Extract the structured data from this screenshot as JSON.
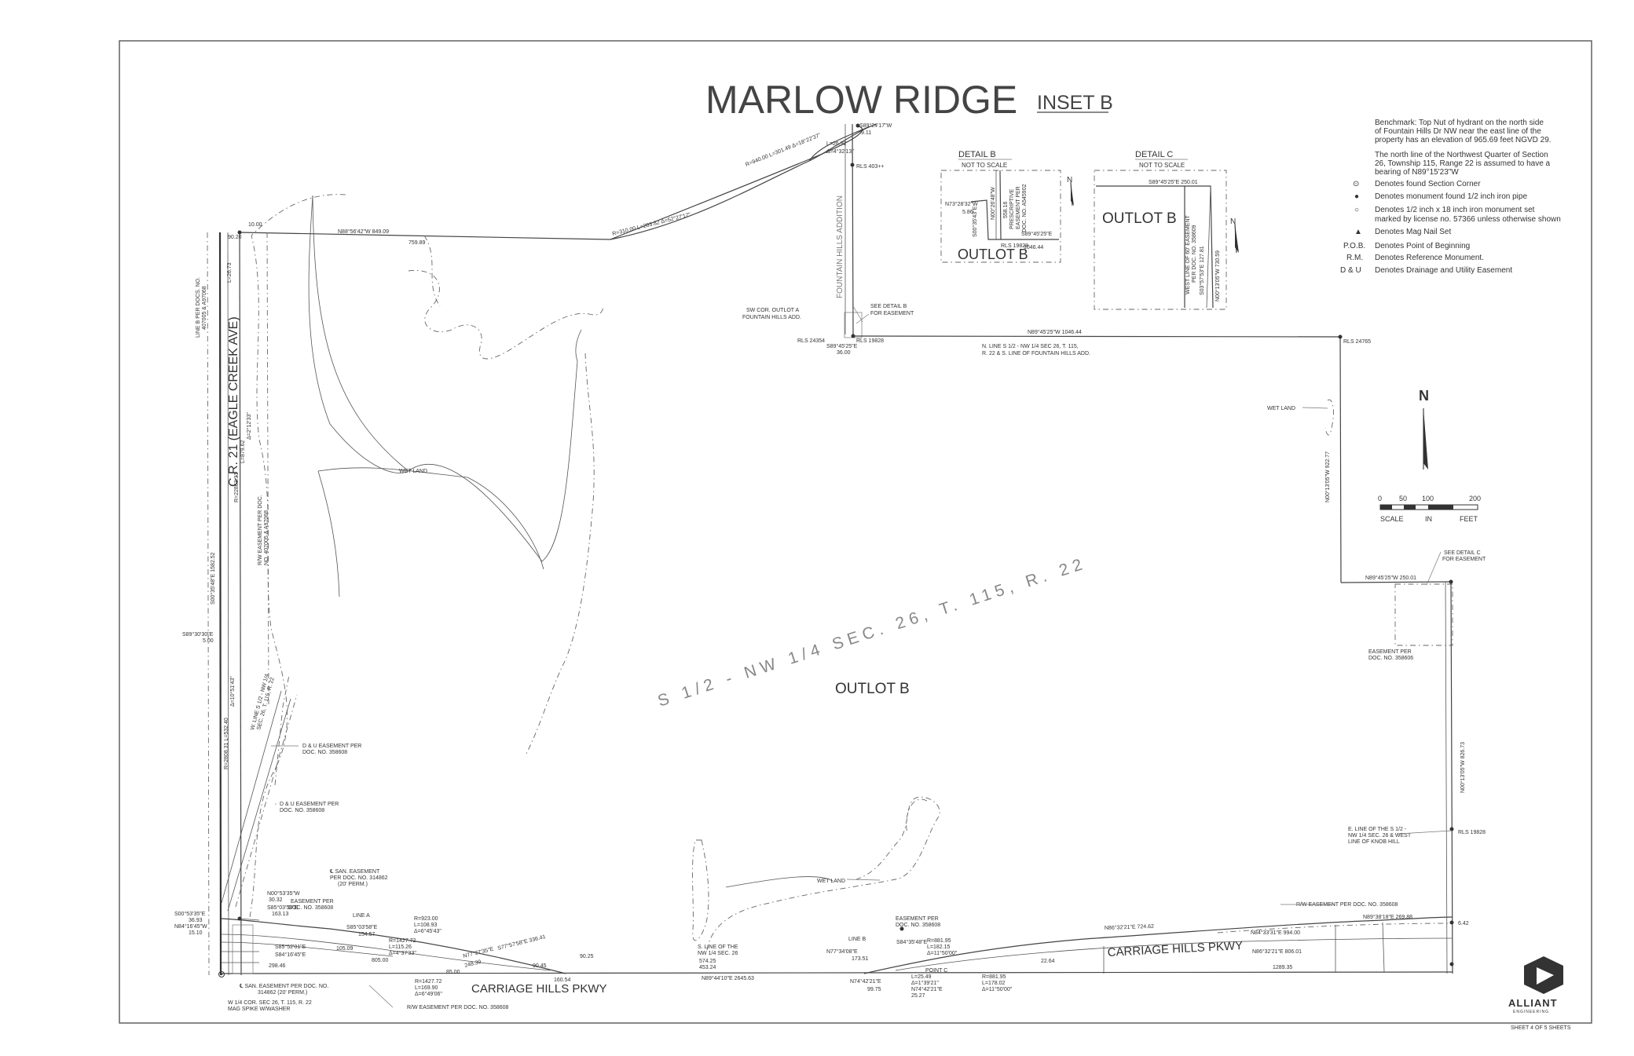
{
  "title": {
    "main": "MARLOW RIDGE",
    "sub": "INSET B"
  },
  "notes": {
    "benchmark": [
      "Benchmark:  Top Nut of hydrant on the north side",
      "of Fountain Hills Dr NW near the east line of the",
      "property has an elevation of 965.69 feet NGVD 29."
    ],
    "bearing": [
      "The north line of the Northwest Quarter of Section",
      "26, Township 115, Range 22 is assumed to have a",
      "bearing of N89°15'23\"W"
    ]
  },
  "legend": [
    {
      "symbol": "⊙",
      "text": "Denotes found Section Corner"
    },
    {
      "symbol": "●",
      "text": "Denotes monument found 1/2 inch iron pipe"
    },
    {
      "symbol": "○",
      "text": "Denotes 1/2 inch x 18 inch iron monument set"
    },
    {
      "symbol": "",
      "text": "marked by license no. 57366 unless otherwise shown"
    },
    {
      "symbol": "▲",
      "text": "Denotes Mag Nail Set"
    },
    {
      "symbol": "P.O.B.",
      "text": "Denotes Point of Beginning"
    },
    {
      "symbol": "R.M.",
      "text": "Denotes Reference Monument."
    },
    {
      "symbol": "D & U",
      "text": "Denotes Drainage and Utility Easement"
    }
  ],
  "scale_bar": {
    "ticks": [
      "0",
      "50",
      "100",
      "200"
    ],
    "caption": [
      "SCALE",
      "IN",
      "FEET"
    ]
  },
  "details": {
    "b": {
      "title": "DETAIL B",
      "subtitle": "NOT TO SCALE",
      "outlot": "OUTLOT B",
      "labels": [
        "N73°28'32\"W",
        "5.86",
        "S00°35'43\"E",
        "N00°26'48\"W",
        "558.16",
        "PRESCRIPTIVE",
        "EASEMENT PER",
        "DOC. NO. A545902",
        "RLS 19828",
        "S89°45'25\"E",
        "1046.44"
      ]
    },
    "c": {
      "title": "DETAIL C",
      "subtitle": "NOT TO SCALE",
      "outlot": "OUTLOT B",
      "labels": [
        "S89°45'25\"E 250.01",
        "WEST LINE OF 60' EASEMENT",
        "PER DOC. NO. 358609",
        "S03°57'53\"E 127.81",
        "N00°13'05\"W 730.59"
      ]
    }
  },
  "map": {
    "outlot_main": "OUTLOT B",
    "diagonal": "S 1/2 - NW 1/4 SEC. 26, T. 115, R. 22",
    "road_west": "C.R. 21 (EAGLE CREEK AVE)",
    "road_south_1": "CARRIAGE HILLS PKWY",
    "road_south_2": "CARRIAGE HILLS PKWY",
    "wetlands": [
      "WET LAND",
      "WET LAND",
      "WET LAND"
    ],
    "fountain_hills": "FOUNTAIN HILLS ADDITION",
    "labels": [
      "S89°24'17\"W",
      "9.11",
      "L=26.92",
      "Δ=4°32'13\"",
      "RLS 403++",
      "R=940.00  L=301.49  Δ=18°22'37\"",
      "R=310.00  L=283.82  Δ=52°27'17\"",
      "N88°56'42\"W 849.09",
      "759.89",
      "10.00",
      "90.20",
      "SEE DETAIL B",
      "FOR EASEMENT",
      "SW COR. OUTLOT A",
      "FOUNTAIN HILLS ADD.",
      "RLS 24354",
      "RLS 19828",
      "S89°45'25\"E",
      "36.00",
      "N89°45'25\"W 1046.44",
      "N. LINE S 1/2 - NW 1/4 SEC 26, T. 115,",
      "R. 22 & S. LINE OF FOUNTAIN HILLS ADD.",
      "RLS 24765",
      "N00°13'05\"W 922.77",
      "N89°45'25\"W 250.01",
      "SEE DETAIL C",
      "FOR EASEMENT",
      "EASEMENT PER",
      "DOC. NO. 358606",
      "N00°13'05\"W 826.73",
      "E. LINE OF THE S 1/2 -",
      "NW 1/4 SEC. 26 & WEST",
      "LINE OF KNOB HILL",
      "RLS 19828",
      "R/W EASEMENT PER DOC. NO. 358608",
      "N89°38'18\"E 269.88",
      "6.42",
      "N86°32'21\"E 724.62",
      "N84°33'31\"E 994.00",
      "N86°32'21\"E 806.01",
      "1289.35",
      "S. LINE OF THE",
      "NW 1/4 SEC. 26",
      "N89°44'10\"E 2645.63",
      "574.25",
      "453.24",
      "EASEMENT PER",
      "DOC. NO. 358608",
      "LINE B",
      "N77°34'08\"E",
      "173.51",
      "S84°35'48\"E",
      "R=881.95",
      "L=182.15",
      "Δ=11°50'00\"",
      "POINT C",
      "N74°42'21\"E",
      "99.75",
      "N74°42'21\"E",
      "25.27",
      "L=25.49",
      "Δ=1°39'21\"",
      "R=881.95",
      "L=178.02",
      "Δ=11°50'00\"",
      "22.64",
      "R/W EASEMENT PER DOC. NO. 358608",
      "R=1427.72",
      "L=169.90",
      "Δ=6°49'06\"",
      "℄ SAN. EASEMENT PER DOC. NO.",
      "314862 (20' PERM.)",
      "W 1/4 COR. SEC 26, T. 115, R. 22",
      "MAG SPIKE W/WASHER",
      "℄ SAN. EASEMENT",
      "PER DOC. NO. 314862",
      "(20' PERM.)",
      "EASEMENT PER",
      "DOC. NO. 358608",
      "LINE A",
      "S85°03'58\"E",
      "154.57",
      "R=923.00",
      "L=108.93",
      "Δ=6°45'43\"",
      "N00°53'35\"W",
      "30.32",
      "S85°03'58\"E",
      "163.13",
      "S00°53'35\"E",
      "36.93",
      "N84°16'45\"W",
      "15.10",
      "S89°30'30\"E",
      "5.00",
      "D & U EASEMENT PER",
      "DOC. NO. 358608",
      "D & U EASEMENT PER",
      "DOC. NO. 358608",
      "LINE B PER DOCS. NO.",
      "407005 & A97068",
      "R/W EASEMENT PER DOC.",
      "NO. 407005 & A97068",
      "W. LINE S 1/2 - NW 1/4",
      "SEC. 26, T. 115, R. 22",
      "S00°35'48\"E 1582.52",
      "L=26.73",
      "R=22863.31",
      "L=879.62",
      "Δ=2°12'33\"",
      "R=2808.31  L=532.40",
      "Δ=10°51'43\"",
      "N77°27'35\"E",
      "248.39",
      "S77°57'58\"E 336.41",
      "90.25",
      "160.54",
      "805.00",
      "85.00",
      "90.45",
      "S85°52'01\"E",
      "S84°16'45\"E",
      "105.09",
      "298.46",
      "R=1427.72",
      "L=115.26",
      "Δ=4°37'33\""
    ]
  },
  "firm": {
    "name": "ALLIANT",
    "tagline": "ENGINEERING"
  },
  "sheet": "SHEET 4 OF 5 SHEETS"
}
